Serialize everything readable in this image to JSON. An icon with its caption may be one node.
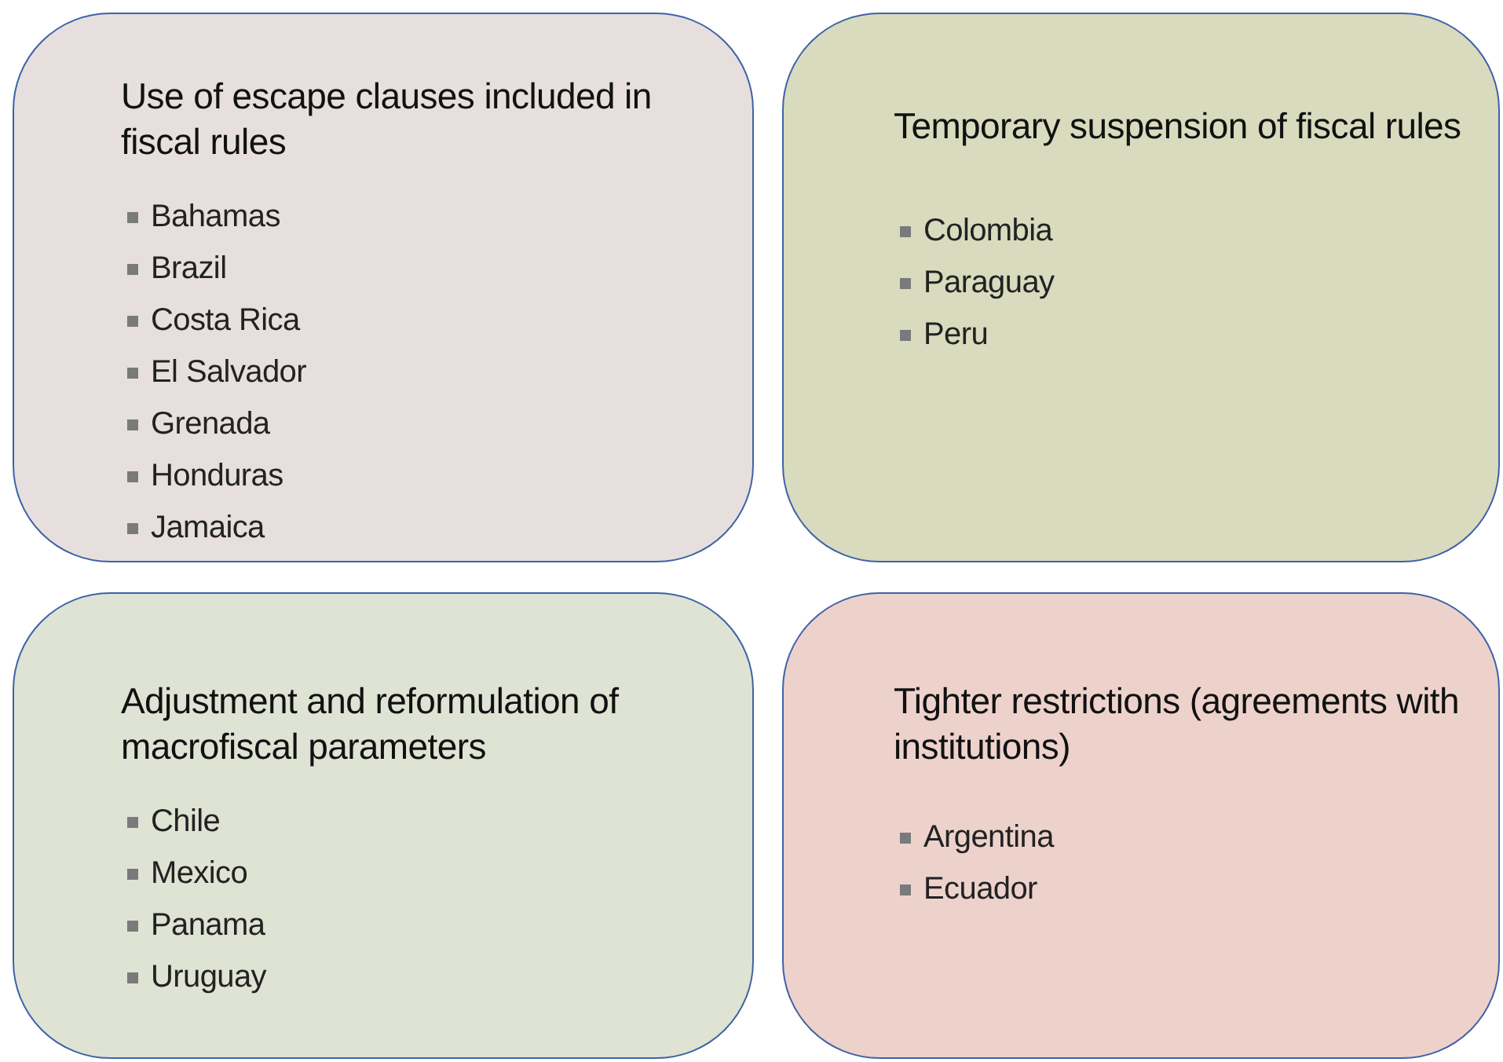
{
  "diagram": {
    "nodes": [
      {
        "text": [
          "Use of escape clauses included in fiscal rules",
          "Bahamas",
          "Brazil",
          "Costa Rica",
          "El Salvador",
          "Grenada",
          "Honduras",
          "Jamaica"
        ]
      },
      {
        "text": [
          "Temporary suspension of fiscal rules",
          "Colombia",
          "Paraguay",
          "Peru"
        ]
      },
      {
        "text": [
          "Adjustment and reformulation of macrofiscal parameters",
          "Chile",
          "Mexico",
          "Panama",
          "Uruguay"
        ]
      },
      {
        "text": [
          "Tighter restrictions (agreements with institutions)",
          "Argentina",
          "Ecuador"
        ]
      }
    ]
  }
}
